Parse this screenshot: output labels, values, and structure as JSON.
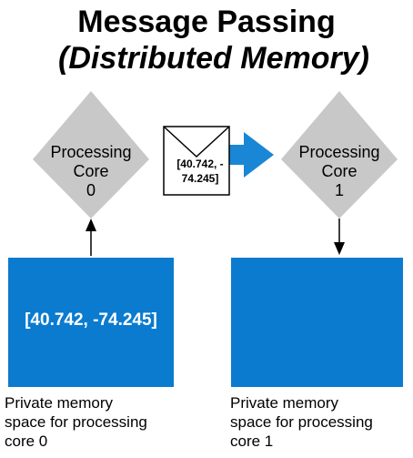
{
  "title": {
    "line1": "Message Passing",
    "line2": "(Distributed Memory)"
  },
  "cores": [
    {
      "label_line1": "Processing",
      "label_line2": "Core",
      "label_line3": "0"
    },
    {
      "label_line1": "Processing",
      "label_line2": "Core",
      "label_line3": "1"
    }
  ],
  "message": {
    "line1": "[40.742, -",
    "line2": "74.245]"
  },
  "memory": [
    {
      "value": "[40.742, -74.245]",
      "caption_line1": "Private memory",
      "caption_line2": "space for processing",
      "caption_line3": "core 0"
    },
    {
      "value": "",
      "caption_line1": "Private memory",
      "caption_line2": "space for processing",
      "caption_line3": "core 1"
    }
  ],
  "colors": {
    "diamond": "#c8c8c8",
    "memory_block": "#0a7bcf",
    "arrow": "#1a86d6"
  }
}
